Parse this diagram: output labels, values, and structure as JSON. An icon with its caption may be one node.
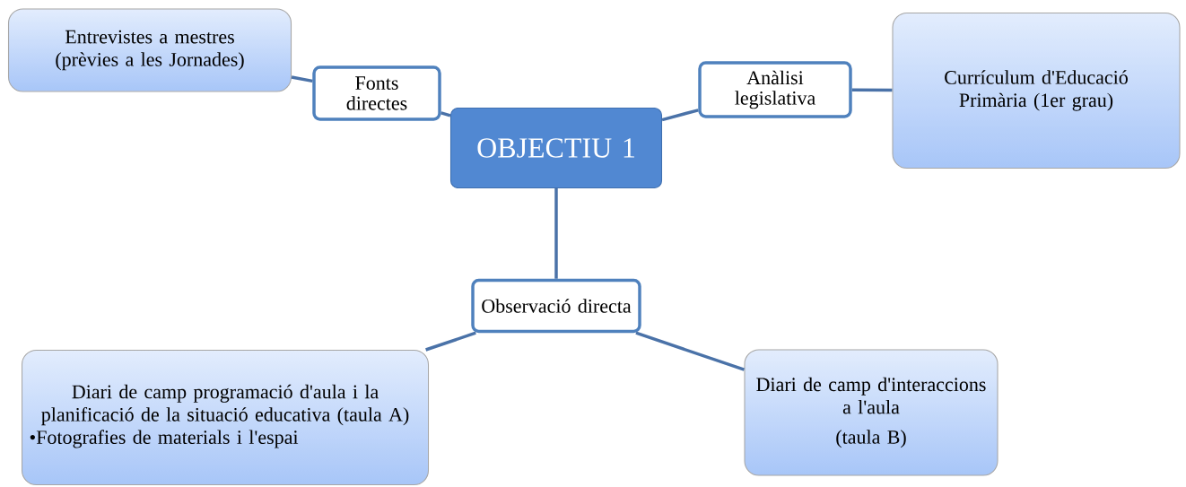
{
  "diagram": {
    "nodes": [
      {
        "text": [
          "OBJECTIU 1"
        ]
      },
      {
        "text": [
          "Fonts directes"
        ]
      },
      {
        "text": [
          "Entrevistes a mestres (prèvies a les Jornades)"
        ]
      },
      {
        "text": [
          "Anàlisi legislativa"
        ]
      },
      {
        "text": [
          "Currículum d'Educació Primària (1er grau)"
        ]
      },
      {
        "text": [
          "Observació directa"
        ]
      },
      {
        "text": [
          "Diari de camp programació d'aula i la planificació de la situació educativa (taula A)",
          "•Fotografies de materials i l'espai"
        ]
      },
      {
        "text": [
          "Diari de camp d'interaccions a l'aula",
          "(taula B)"
        ]
      }
    ],
    "edges": [
      {
        "from": 0,
        "to": 1,
        "arrow": "none"
      },
      {
        "from": 1,
        "to": 2,
        "arrow": "none"
      },
      {
        "from": 0,
        "to": 3,
        "arrow": "none"
      },
      {
        "from": 3,
        "to": 4,
        "arrow": "none"
      },
      {
        "from": 0,
        "to": 5,
        "arrow": "none"
      },
      {
        "from": 5,
        "to": 6,
        "arrow": "none"
      },
      {
        "from": 5,
        "to": 7,
        "arrow": "none"
      }
    ]
  }
}
